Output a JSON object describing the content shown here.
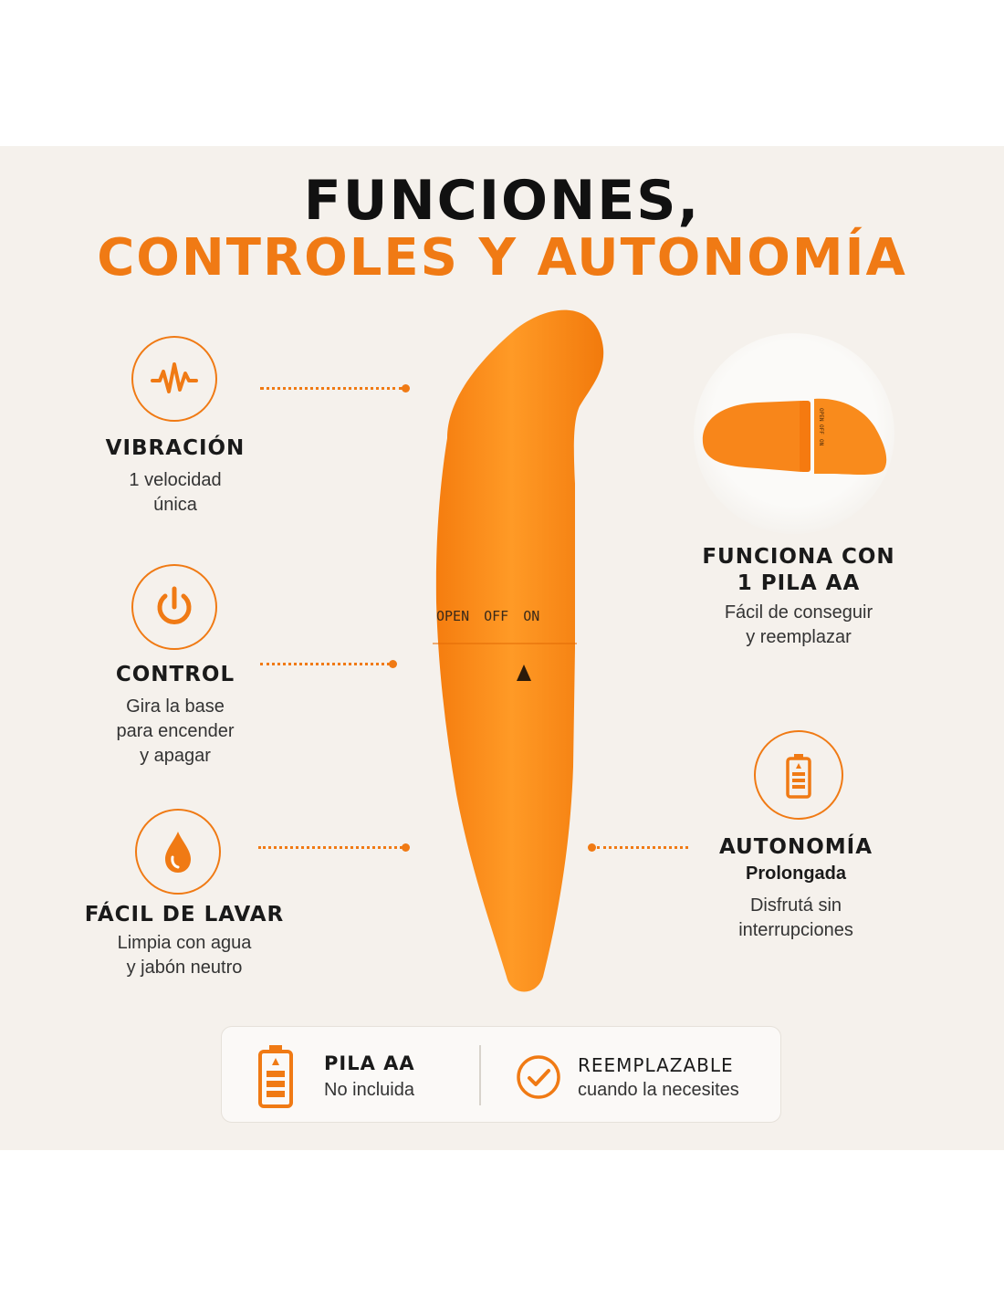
{
  "header": {
    "title_line1": "FUNCIONES,",
    "title_line2": "CONTROLES Y AUTONOMÍA"
  },
  "colors": {
    "accent": "#f07a14",
    "background": "#f5f1ec",
    "text": "#1a1a1a"
  },
  "features_left": [
    {
      "icon": "waveform-icon",
      "title": "VIBRACIÓN",
      "lines": [
        "1 velocidad",
        "única"
      ]
    },
    {
      "icon": "power-icon",
      "title": "CONTROL",
      "lines": [
        "Gira la base",
        "para encender",
        "y apagar"
      ]
    },
    {
      "icon": "water-drop-icon",
      "title": "FÁCIL DE LAVAR",
      "lines": [
        "Limpia con agua",
        "y jabón neutro"
      ]
    }
  ],
  "features_right": [
    {
      "icon": "product-detail-image",
      "title_lines": [
        "FUNCIONA CON",
        "1 PILA AA"
      ],
      "lines": [
        "Fácil de conseguir",
        "y reemplazar"
      ]
    },
    {
      "icon": "battery-icon",
      "title": "AUTONOMÍA",
      "subtitle": "Prolongada",
      "lines": [
        "Disfrutá sin",
        "interrupciones"
      ]
    }
  ],
  "product": {
    "switch_labels": [
      "OPEN",
      "OFF",
      "ON"
    ],
    "detail_labels": [
      "OPEN",
      "OFF",
      "ON"
    ]
  },
  "bottom_bar": {
    "left": {
      "icon": "battery-icon",
      "title": "PILA AA",
      "sub": "No incluida"
    },
    "right": {
      "icon": "check-circle-icon",
      "title": "REEMPLAZABLE",
      "sub": "cuando la necesites"
    }
  }
}
